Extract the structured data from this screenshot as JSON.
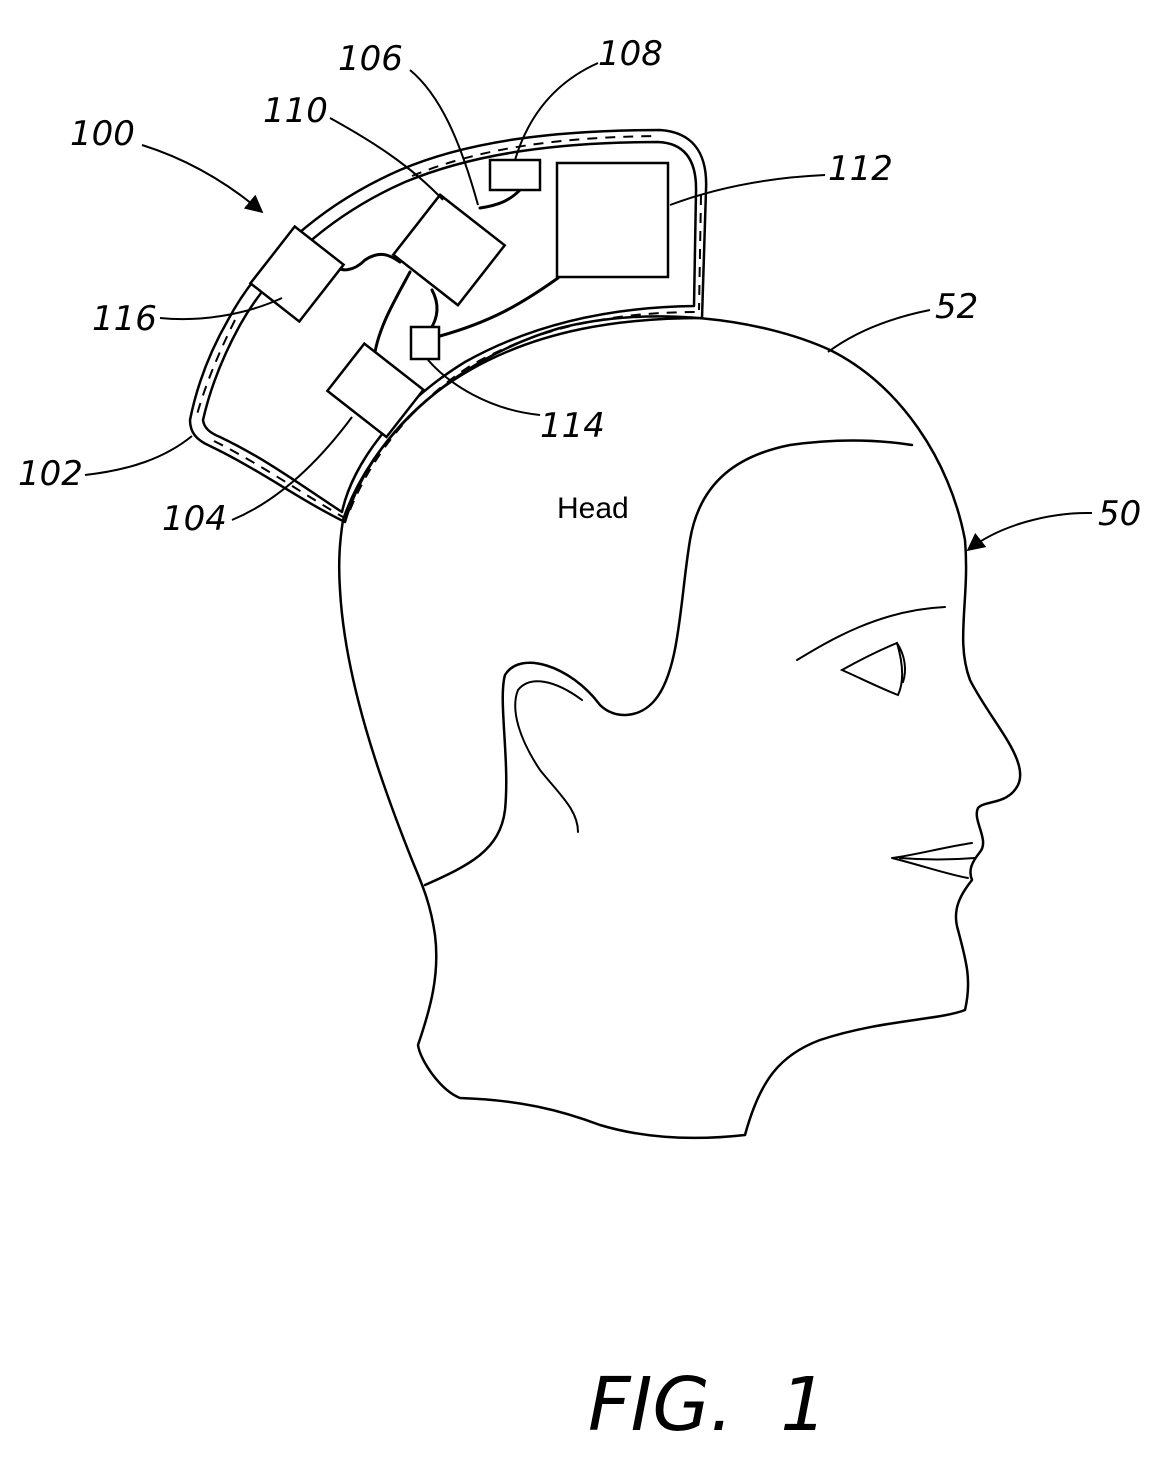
{
  "labels": {
    "device": "100",
    "housing": "102",
    "sensor_104": "104",
    "component_106": "106",
    "component_108": "108",
    "component_110": "110",
    "component_112": "112",
    "component_114": "114",
    "component_116": "116",
    "head": "50",
    "scalp": "52"
  },
  "head_text": "Head",
  "caption": "FIG.  1"
}
